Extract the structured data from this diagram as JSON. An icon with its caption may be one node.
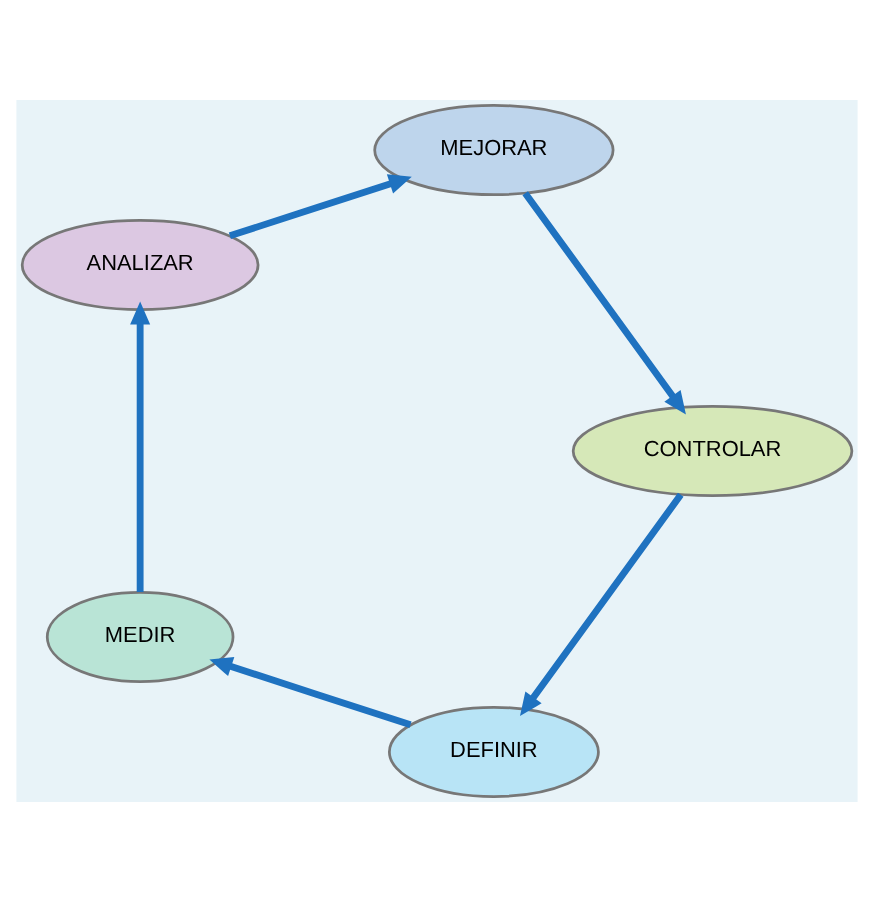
{
  "diagram": {
    "nodes": [
      {
        "text": [
          "DEFINIR"
        ]
      },
      {
        "text": [
          "MEDIR"
        ]
      },
      {
        "text": [
          "ANALIZAR"
        ]
      },
      {
        "text": [
          "MEJORAR"
        ]
      },
      {
        "text": [
          "CONTROLAR"
        ]
      }
    ],
    "edges": [
      {
        "from": 0,
        "to": 1,
        "arrow": "to"
      },
      {
        "from": 1,
        "to": 2,
        "arrow": "to"
      },
      {
        "from": 2,
        "to": 3,
        "arrow": "to"
      },
      {
        "from": 3,
        "to": 4,
        "arrow": "to"
      },
      {
        "from": 4,
        "to": 0,
        "arrow": "to"
      }
    ]
  }
}
